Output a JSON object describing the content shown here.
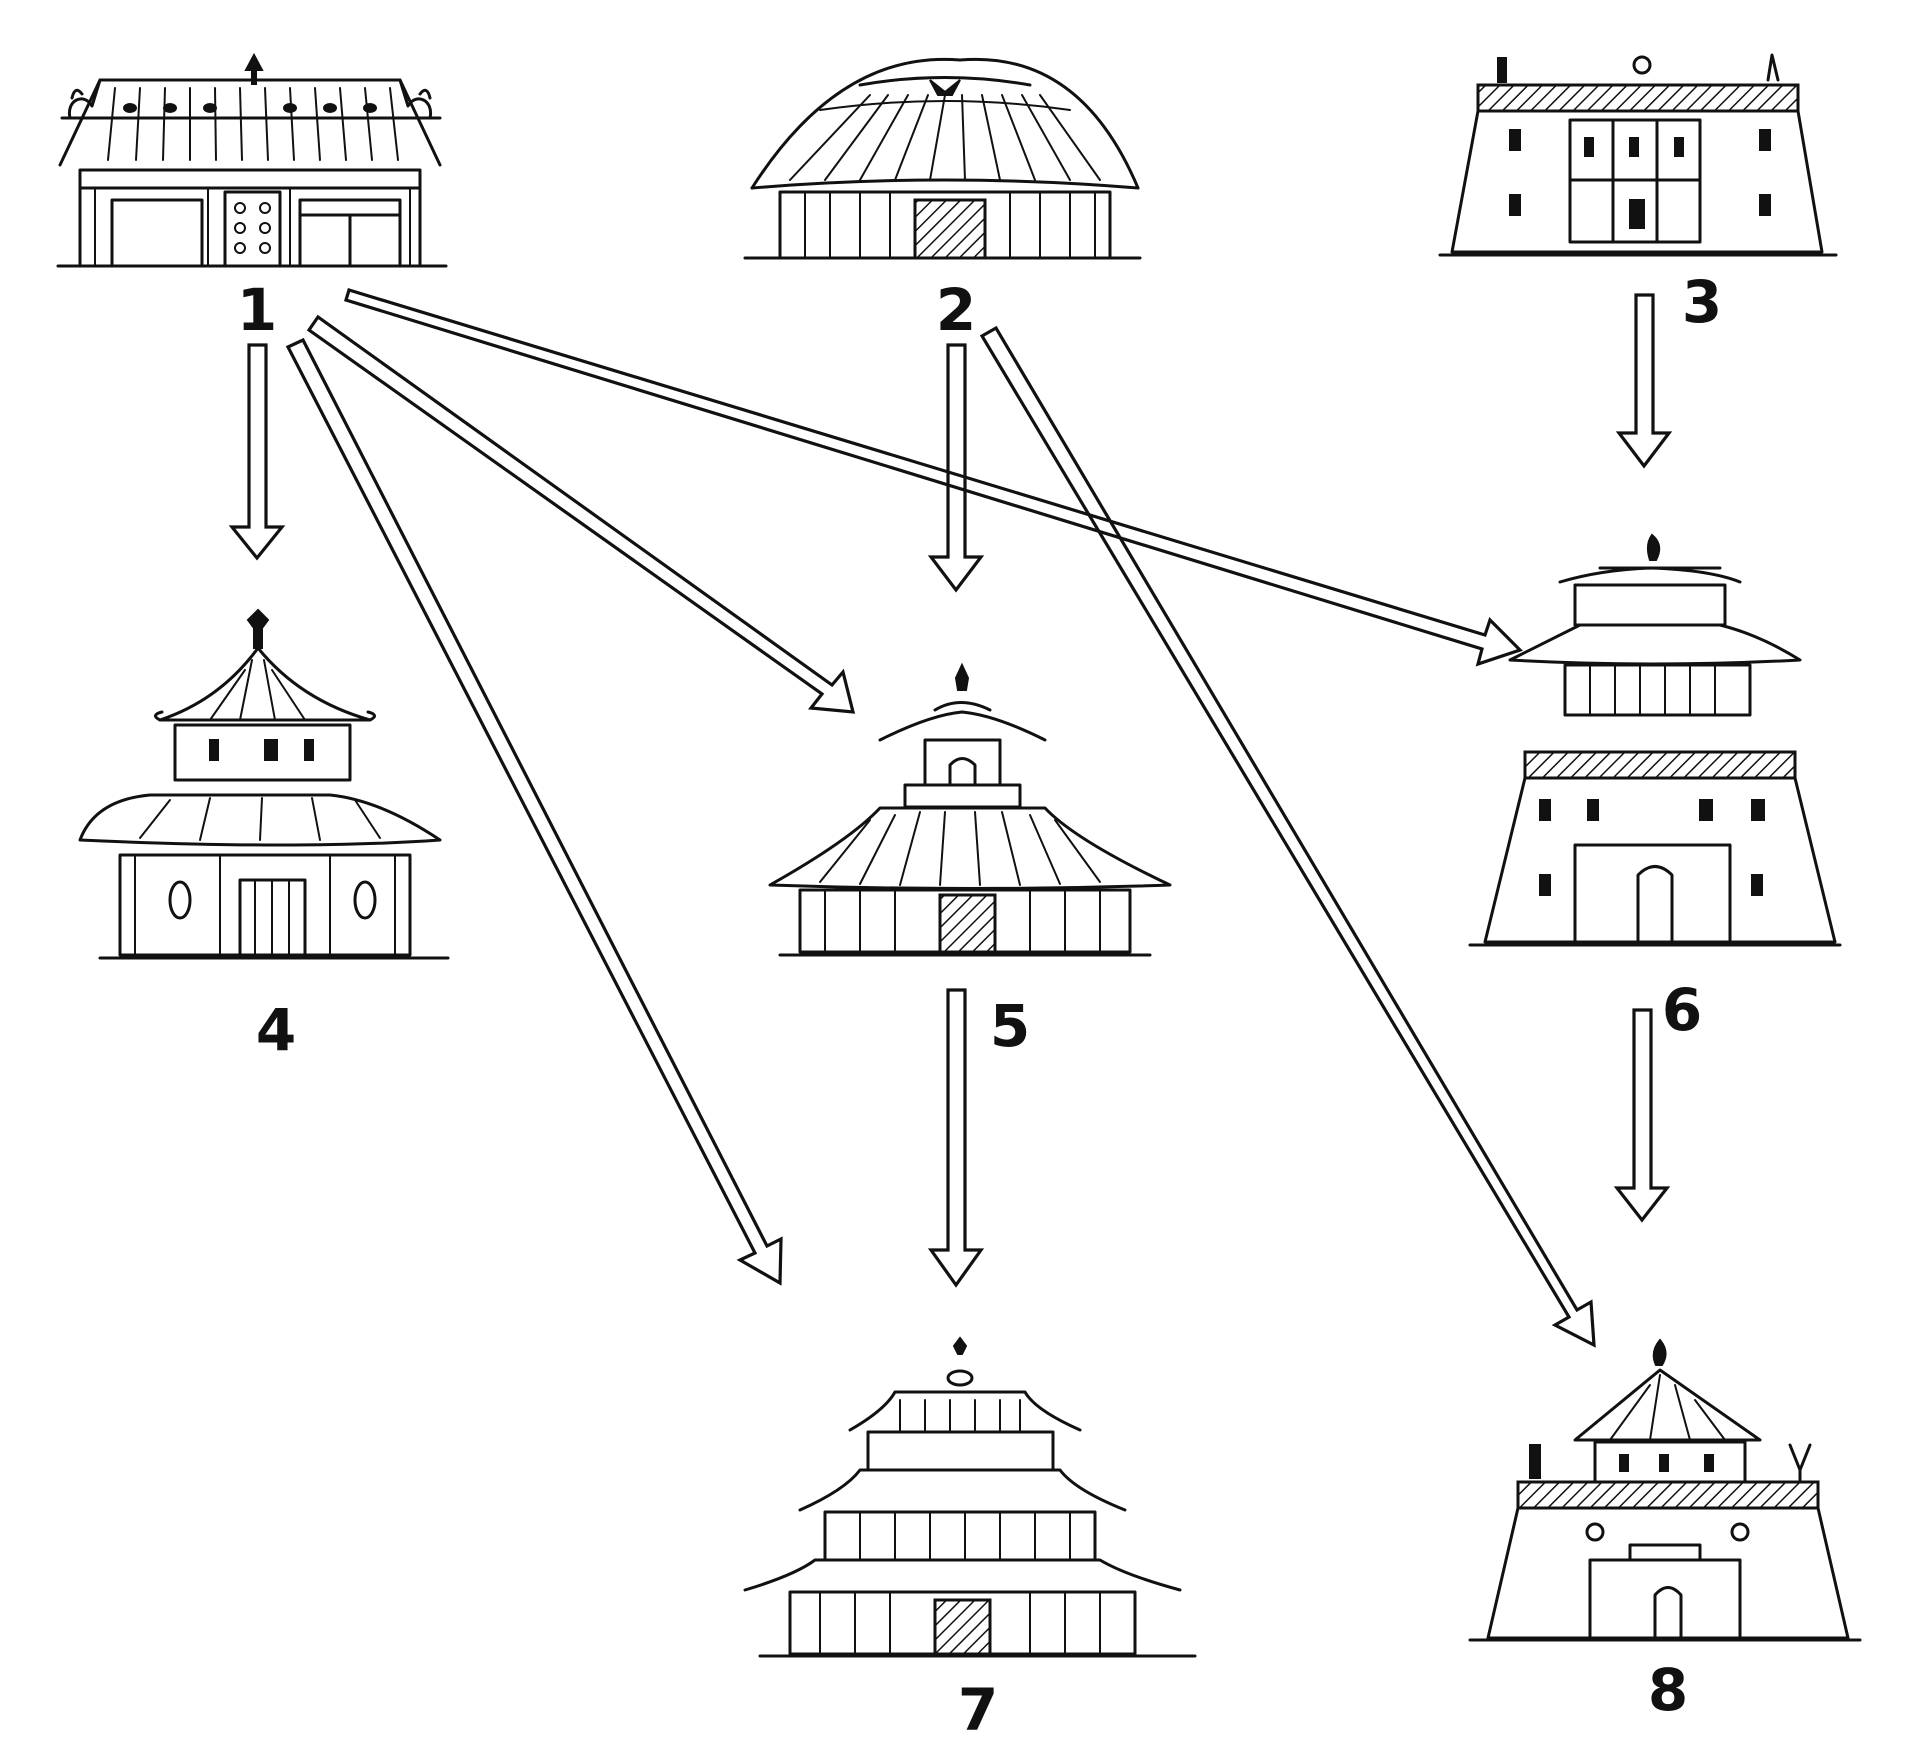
{
  "diagram": {
    "nodes": [
      {
        "id": "1",
        "label": "1"
      },
      {
        "id": "2",
        "label": "2"
      },
      {
        "id": "3",
        "label": "3"
      },
      {
        "id": "4",
        "label": "4"
      },
      {
        "id": "5",
        "label": "5"
      },
      {
        "id": "6",
        "label": "6"
      },
      {
        "id": "7",
        "label": "7"
      },
      {
        "id": "8",
        "label": "8"
      }
    ],
    "edges": [
      {
        "from": "1",
        "to": "4"
      },
      {
        "from": "1",
        "to": "5"
      },
      {
        "from": "1",
        "to": "6"
      },
      {
        "from": "1",
        "to": "7"
      },
      {
        "from": "2",
        "to": "5"
      },
      {
        "from": "2",
        "to": "8"
      },
      {
        "from": "3",
        "to": "6"
      },
      {
        "from": "5",
        "to": "7"
      },
      {
        "from": "6",
        "to": "8"
      }
    ]
  }
}
